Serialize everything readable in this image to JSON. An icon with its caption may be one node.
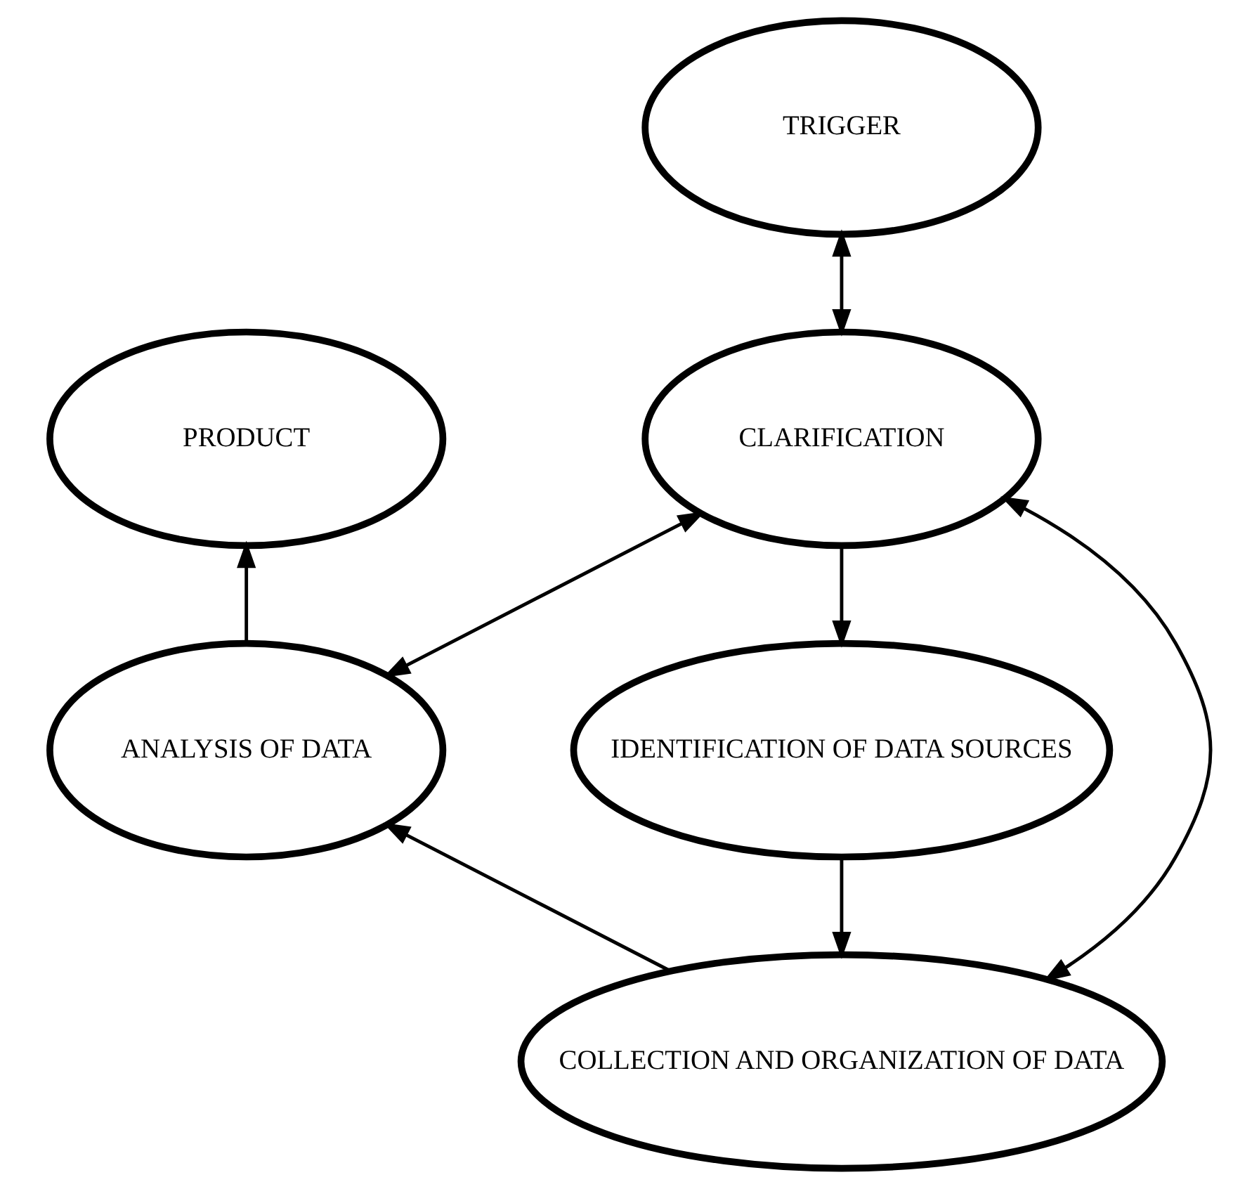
{
  "diagram": {
    "nodes": [
      {
        "text": [
          "TRIGGER"
        ]
      },
      {
        "text": [
          "PRODUCT"
        ]
      },
      {
        "text": [
          "CLARIFICATION"
        ]
      },
      {
        "text": [
          "ANALYSIS OF DATA"
        ]
      },
      {
        "text": [
          "IDENTIFICATION OF DATA SOURCES"
        ]
      },
      {
        "text": [
          "COLLECTION AND ORGANIZATION OF DATA"
        ]
      }
    ],
    "edges": [
      {
        "from": 0,
        "to": 2,
        "arrow": "both"
      },
      {
        "from": 2,
        "to": 4,
        "arrow": "to"
      },
      {
        "from": 4,
        "to": 5,
        "arrow": "to"
      },
      {
        "from": 5,
        "to": 3,
        "arrow": "to"
      },
      {
        "from": 3,
        "to": 1,
        "arrow": "to"
      },
      {
        "from": 2,
        "to": 3,
        "arrow": "both"
      },
      {
        "from": 2,
        "to": 5,
        "arrow": "both"
      }
    ]
  }
}
